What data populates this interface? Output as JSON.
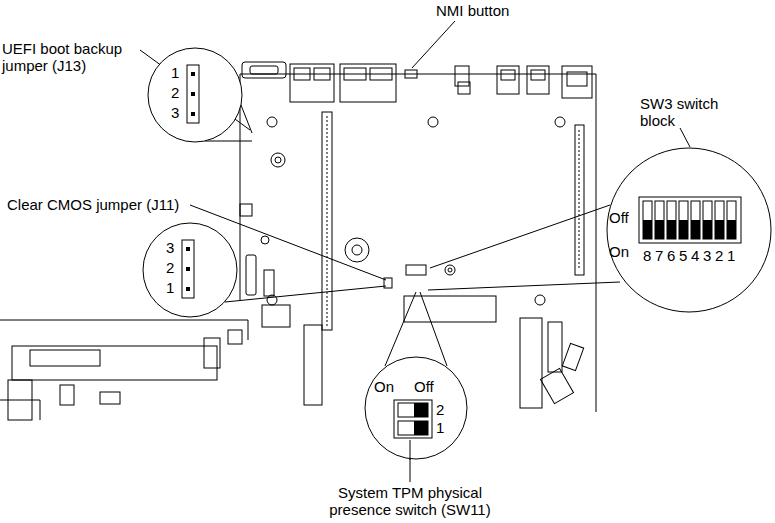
{
  "diagram": {
    "nodes": [
      {
        "text": [
          "1",
          "2",
          "3"
        ]
      },
      {
        "text": [
          "Off",
          "On",
          "8",
          "7",
          "6",
          "5",
          "4",
          "3",
          "2",
          "1"
        ]
      },
      {
        "text": [
          "3",
          "2",
          "1"
        ]
      },
      {
        "text": [
          "On",
          "Off",
          "2",
          "1"
        ]
      }
    ],
    "labels": [
      "NMI button",
      "UEFI boot backup jumper (J13)",
      "SW3 switch block",
      "Clear CMOS jumper (J11)",
      "System TPM physical presence switch (SW11)"
    ]
  }
}
